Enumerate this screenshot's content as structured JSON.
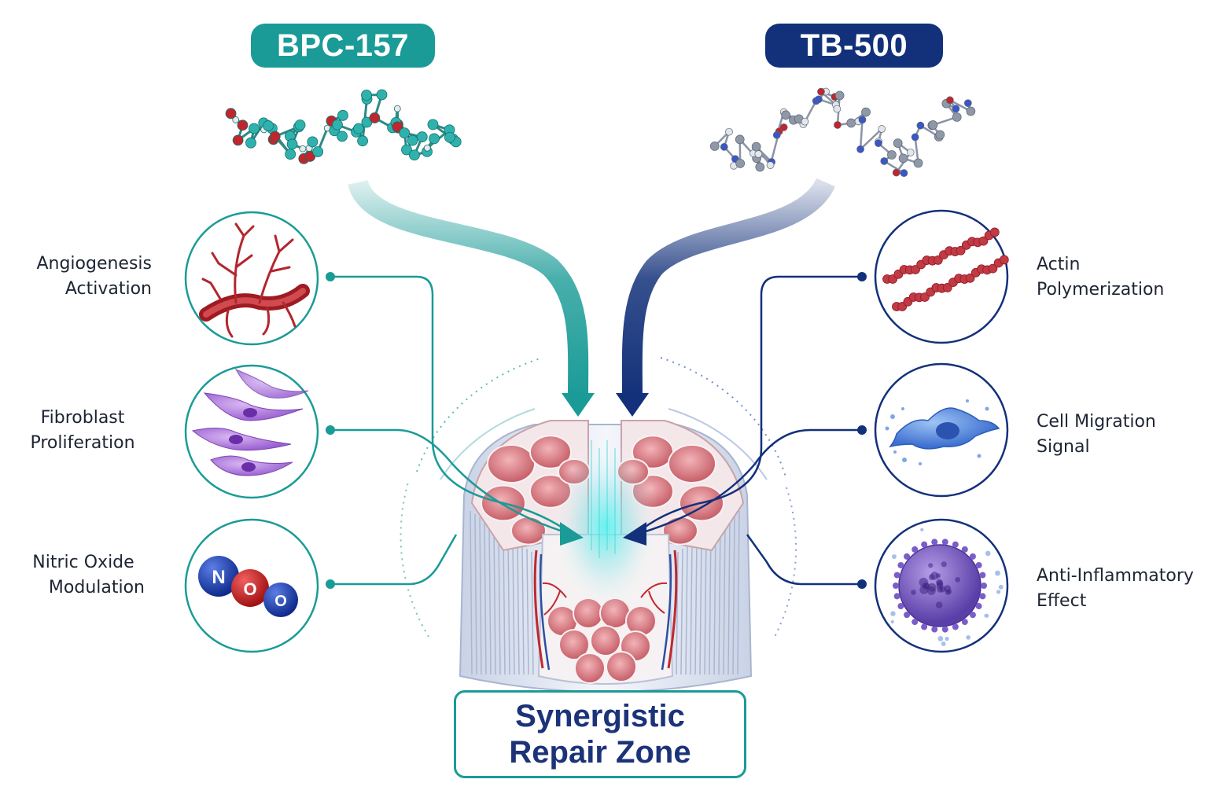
{
  "peptides": {
    "left": {
      "label": "BPC-157",
      "color": "#1a9b97"
    },
    "right": {
      "label": "TB-500",
      "color": "#13317a"
    }
  },
  "left_effects": [
    {
      "line1": "Angiogenesis",
      "line2": "Activation",
      "icon": "blood-vessel-icon"
    },
    {
      "line1": "Fibroblast",
      "line2": "Proliferation",
      "icon": "fibroblast-cells-icon"
    },
    {
      "line1": "Nitric Oxide",
      "line2": "Modulation",
      "icon": "no-molecule-icon",
      "atoms": [
        "N",
        "O",
        "O"
      ]
    }
  ],
  "right_effects": [
    {
      "line1": "Actin",
      "line2": "Polymerization",
      "icon": "actin-filament-icon"
    },
    {
      "line1": "Cell Migration",
      "line2": "Signal",
      "icon": "migrating-cell-icon"
    },
    {
      "line1": "Anti-Inflammatory",
      "line2": "Effect",
      "icon": "immune-cell-icon"
    }
  ],
  "center": {
    "line1": "Synergistic",
    "line2": "Repair Zone"
  },
  "colors": {
    "teal": "#1a9b97",
    "navy": "#13317a",
    "muscle": "#d9828a",
    "text": "#1d2433"
  }
}
